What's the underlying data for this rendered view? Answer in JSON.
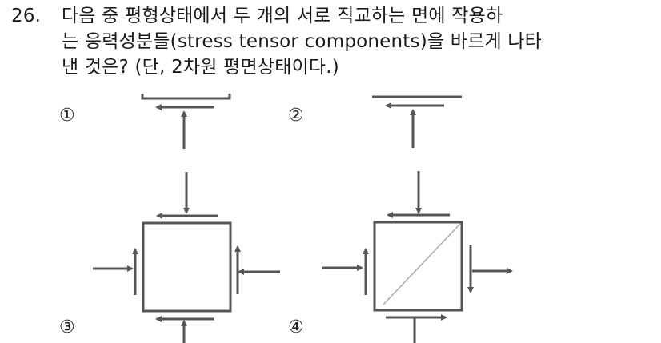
{
  "question": {
    "number": "26.",
    "lines": [
      "다음 중 평형상태에서 두 개의 서로 직교하는 면에 작용하",
      "는 응력성분들(stress tensor components)을 바르게 나타",
      "낸 것은? (단, 2차원 평면상태이다.)"
    ]
  },
  "choices": [
    {
      "id": 1,
      "label": "①"
    },
    {
      "id": 2,
      "label": "②"
    },
    {
      "id": 3,
      "label": "③"
    },
    {
      "id": 4,
      "label": "④"
    }
  ],
  "colors": {
    "line": "#555555",
    "diagonal": "#aaaaaa",
    "text": "#1a1a1a"
  }
}
